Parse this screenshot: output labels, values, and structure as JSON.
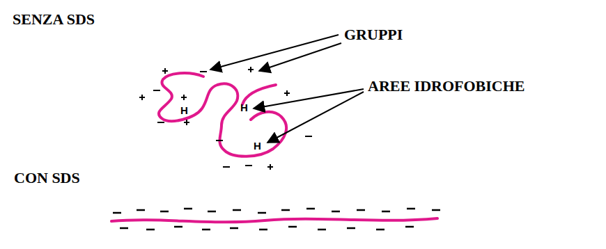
{
  "diagram": {
    "labels": [
      "SENZA SDS",
      "GRUPPI",
      "AREE IDROFOBICHE",
      "H",
      "H",
      "H",
      "CON SDS"
    ]
  }
}
